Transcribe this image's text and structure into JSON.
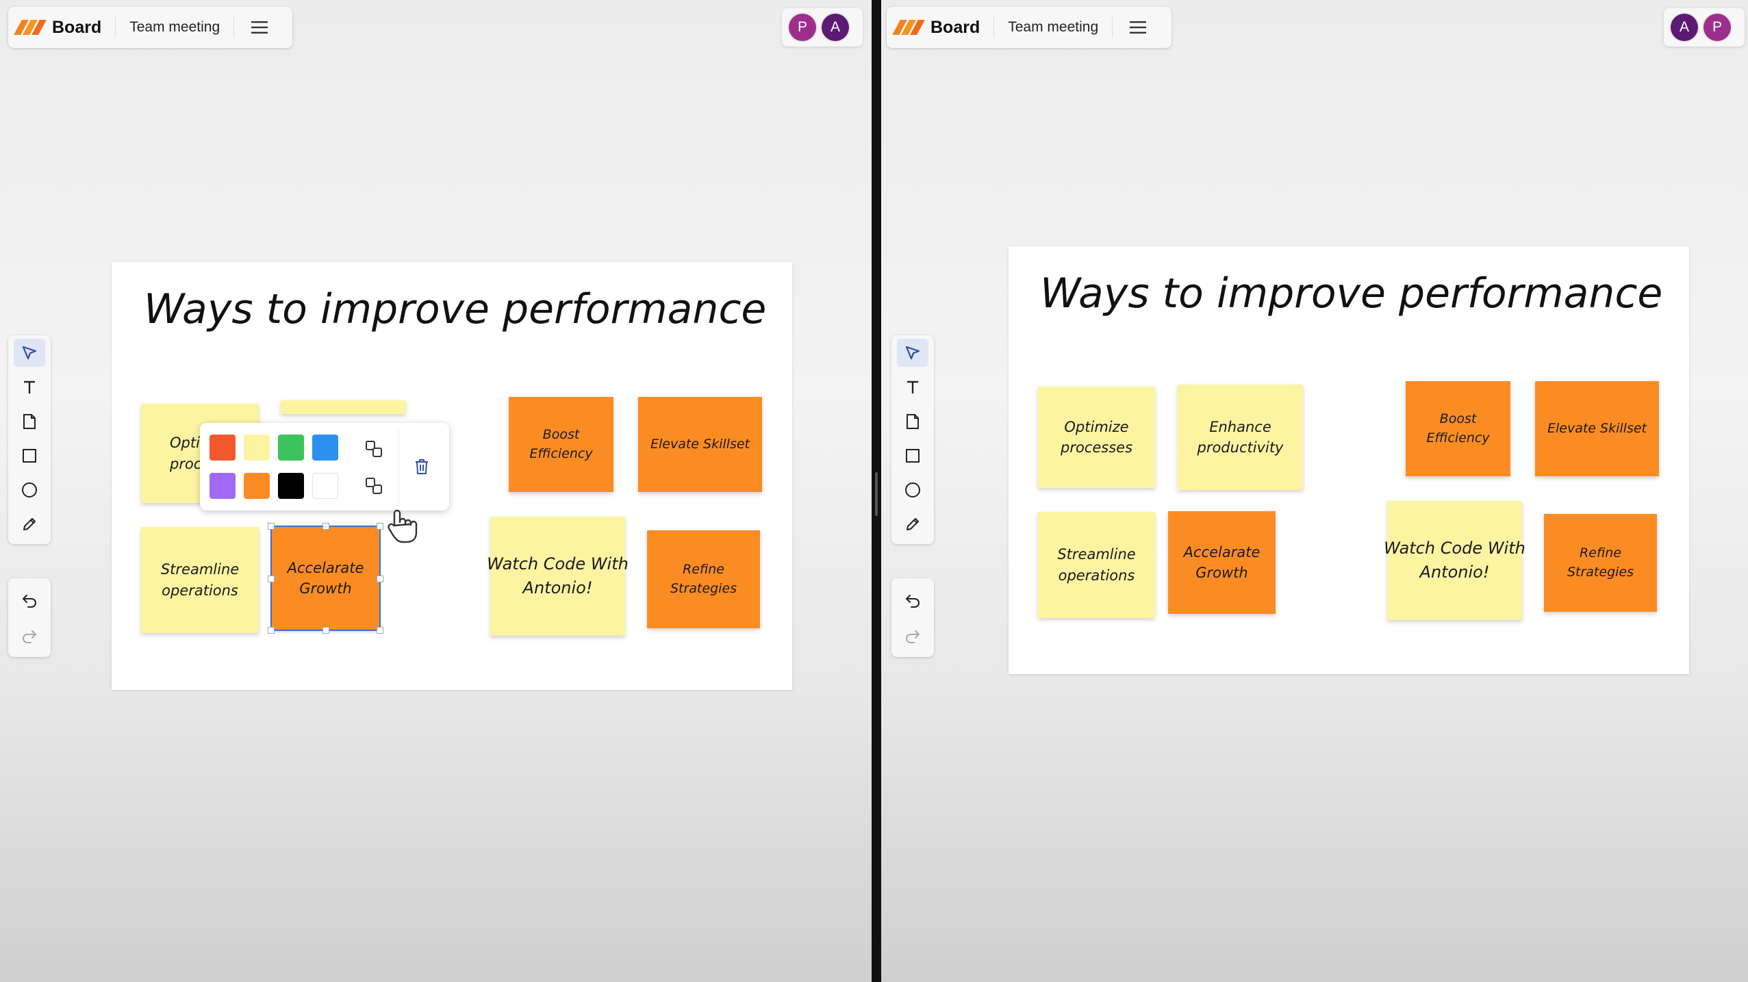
{
  "app": {
    "title": "Board",
    "board_name": "Team meeting"
  },
  "left": {
    "avatars": [
      "P",
      "A"
    ],
    "frame_title": "Ways to improve performance",
    "notes": {
      "optimize_partial": "Opti\nproc",
      "streamline": "Streamline\noperations",
      "accelerate": "Accelarate\nGrowth",
      "boost": "Boost Efficiency",
      "elevate": "Elevate Skillset",
      "watch": "Watch Code With\nAntonio!",
      "refine": "Refine Strategies"
    }
  },
  "right": {
    "avatars": [
      "A",
      "P"
    ],
    "frame_title": "Ways to improve performance",
    "notes": {
      "optimize": "Optimize\nprocesses",
      "enhance": "Enhance\nproductivity",
      "streamline": "Streamline\noperations",
      "accelerate": "Accelarate\nGrowth",
      "boost": "Boost Efficiency",
      "elevate": "Elevate Skillset",
      "watch": "Watch Code With\nAntonio!",
      "refine": "Refine Strategies"
    }
  },
  "palette": {
    "colors": [
      "#f2592a",
      "#fdf4a2",
      "#3cc35c",
      "#2d8ff0",
      "#a06af5",
      "#fb8c23",
      "#000000",
      "#ffffff"
    ]
  },
  "icons": {
    "tools": [
      "select-icon",
      "text-icon",
      "note-icon",
      "rectangle-icon",
      "ellipse-icon",
      "pencil-icon"
    ],
    "history": [
      "undo-icon",
      "redo-icon"
    ],
    "popover": [
      "bring-forward-icon",
      "send-backward-icon",
      "trash-icon"
    ]
  },
  "colors": {
    "yellow_note": "#fdf4a2",
    "orange_note": "#fb8c23",
    "selection": "#3b6fd8"
  }
}
